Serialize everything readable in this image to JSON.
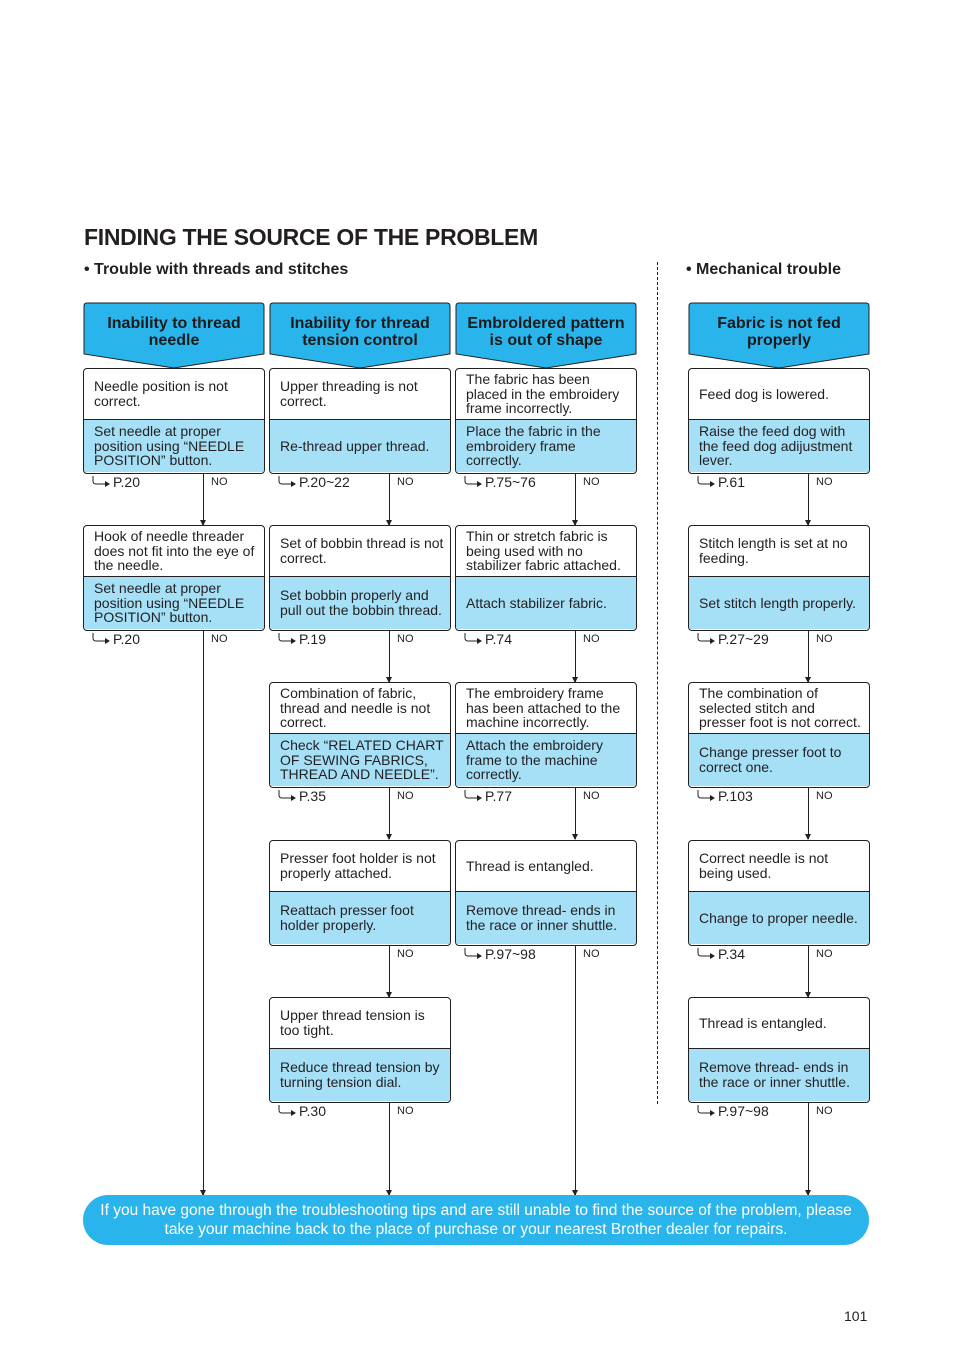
{
  "title": "FINDING THE SOURCE OF THE PROBLEM",
  "sections": {
    "threads": "• Trouble with threads and stitches",
    "mechanical": "• Mechanical trouble"
  },
  "no_label": "NO",
  "columns": [
    {
      "heading": [
        "Inability to thread",
        "needle"
      ],
      "steps": [
        {
          "cause": "Needle position is not correct.",
          "remedy": "Set needle at proper position using “NEEDLE POSITION” button.",
          "ref": "P.20"
        },
        {
          "cause": "Hook of needle threader does not fit into the eye of the needle.",
          "remedy": "Set needle at proper position using “NEEDLE POSITION” button.",
          "ref": "P.20"
        }
      ]
    },
    {
      "heading": [
        "Inability for thread",
        "tension control"
      ],
      "steps": [
        {
          "cause": "Upper threading is not correct.",
          "remedy": "Re-thread upper thread.",
          "ref": "P.20~22"
        },
        {
          "cause": "Set of bobbin thread is not correct.",
          "remedy": "Set bobbin properly and pull out the bobbin thread.",
          "ref": "P.19"
        },
        {
          "cause": "Combination of fabric, thread and needle is not correct.",
          "remedy": "Check “RELATED CHART OF SEWING FABRICS, THREAD AND NEEDLE”.",
          "ref": "P.35"
        },
        {
          "cause": "Presser foot holder is not properly attached.",
          "remedy": "Reattach presser foot holder properly.",
          "ref": ""
        },
        {
          "cause": "Upper thread tension is too tight.",
          "remedy": "Reduce thread tension by turning tension dial.",
          "ref": "P.30"
        }
      ]
    },
    {
      "heading": [
        "Embroldered pattern",
        "is out of shape"
      ],
      "steps": [
        {
          "cause": "The fabric has been placed in the embroidery frame incorrectly.",
          "remedy": "Place the fabric in the embroidery frame correctly.",
          "ref": "P.75~76"
        },
        {
          "cause": "Thin or stretch fabric is being used with no stabilizer fabric attached.",
          "remedy": "Attach stabilizer fabric.",
          "ref": "P.74"
        },
        {
          "cause": "The embroidery frame has been attached to the machine incorrectly.",
          "remedy": "Attach the embroidery frame to the machine correctly.",
          "ref": "P.77"
        },
        {
          "cause": "Thread is entangled.",
          "remedy": "Remove thread- ends in the race or inner shuttle.",
          "ref": "P.97~98"
        }
      ]
    },
    {
      "heading": [
        "Fabric is not fed",
        "properly"
      ],
      "steps": [
        {
          "cause": "Feed dog is lowered.",
          "remedy": "Raise the feed dog with the feed dog adijustment lever.",
          "ref": "P.61"
        },
        {
          "cause": "Stitch length is set at no feeding.",
          "remedy": "Set stitch length properly.",
          "ref": "P.27~29"
        },
        {
          "cause": "The combination of selected stitch and presser foot is not correct.",
          "remedy": "Change presser foot to correct one.",
          "ref": "P.103"
        },
        {
          "cause": "Correct needle is not being used.",
          "remedy": "Change to proper needle.",
          "ref": "P.34"
        },
        {
          "cause": "Thread is entangled.",
          "remedy": "Remove thread- ends in the race or inner shuttle.",
          "ref": "P.97~98"
        }
      ]
    }
  ],
  "footer": "If you have gone through the troubleshooting tips and are still unable to find the source of the problem, please take your machine back to the place of purchase or your nearest Brother dealer for repairs.",
  "page_number": "101",
  "colors": {
    "heading_fill": "#29b5ec",
    "remedy_fill": "#a6e0f7",
    "footer_fill": "#29b5ec",
    "text": "#231f20"
  }
}
